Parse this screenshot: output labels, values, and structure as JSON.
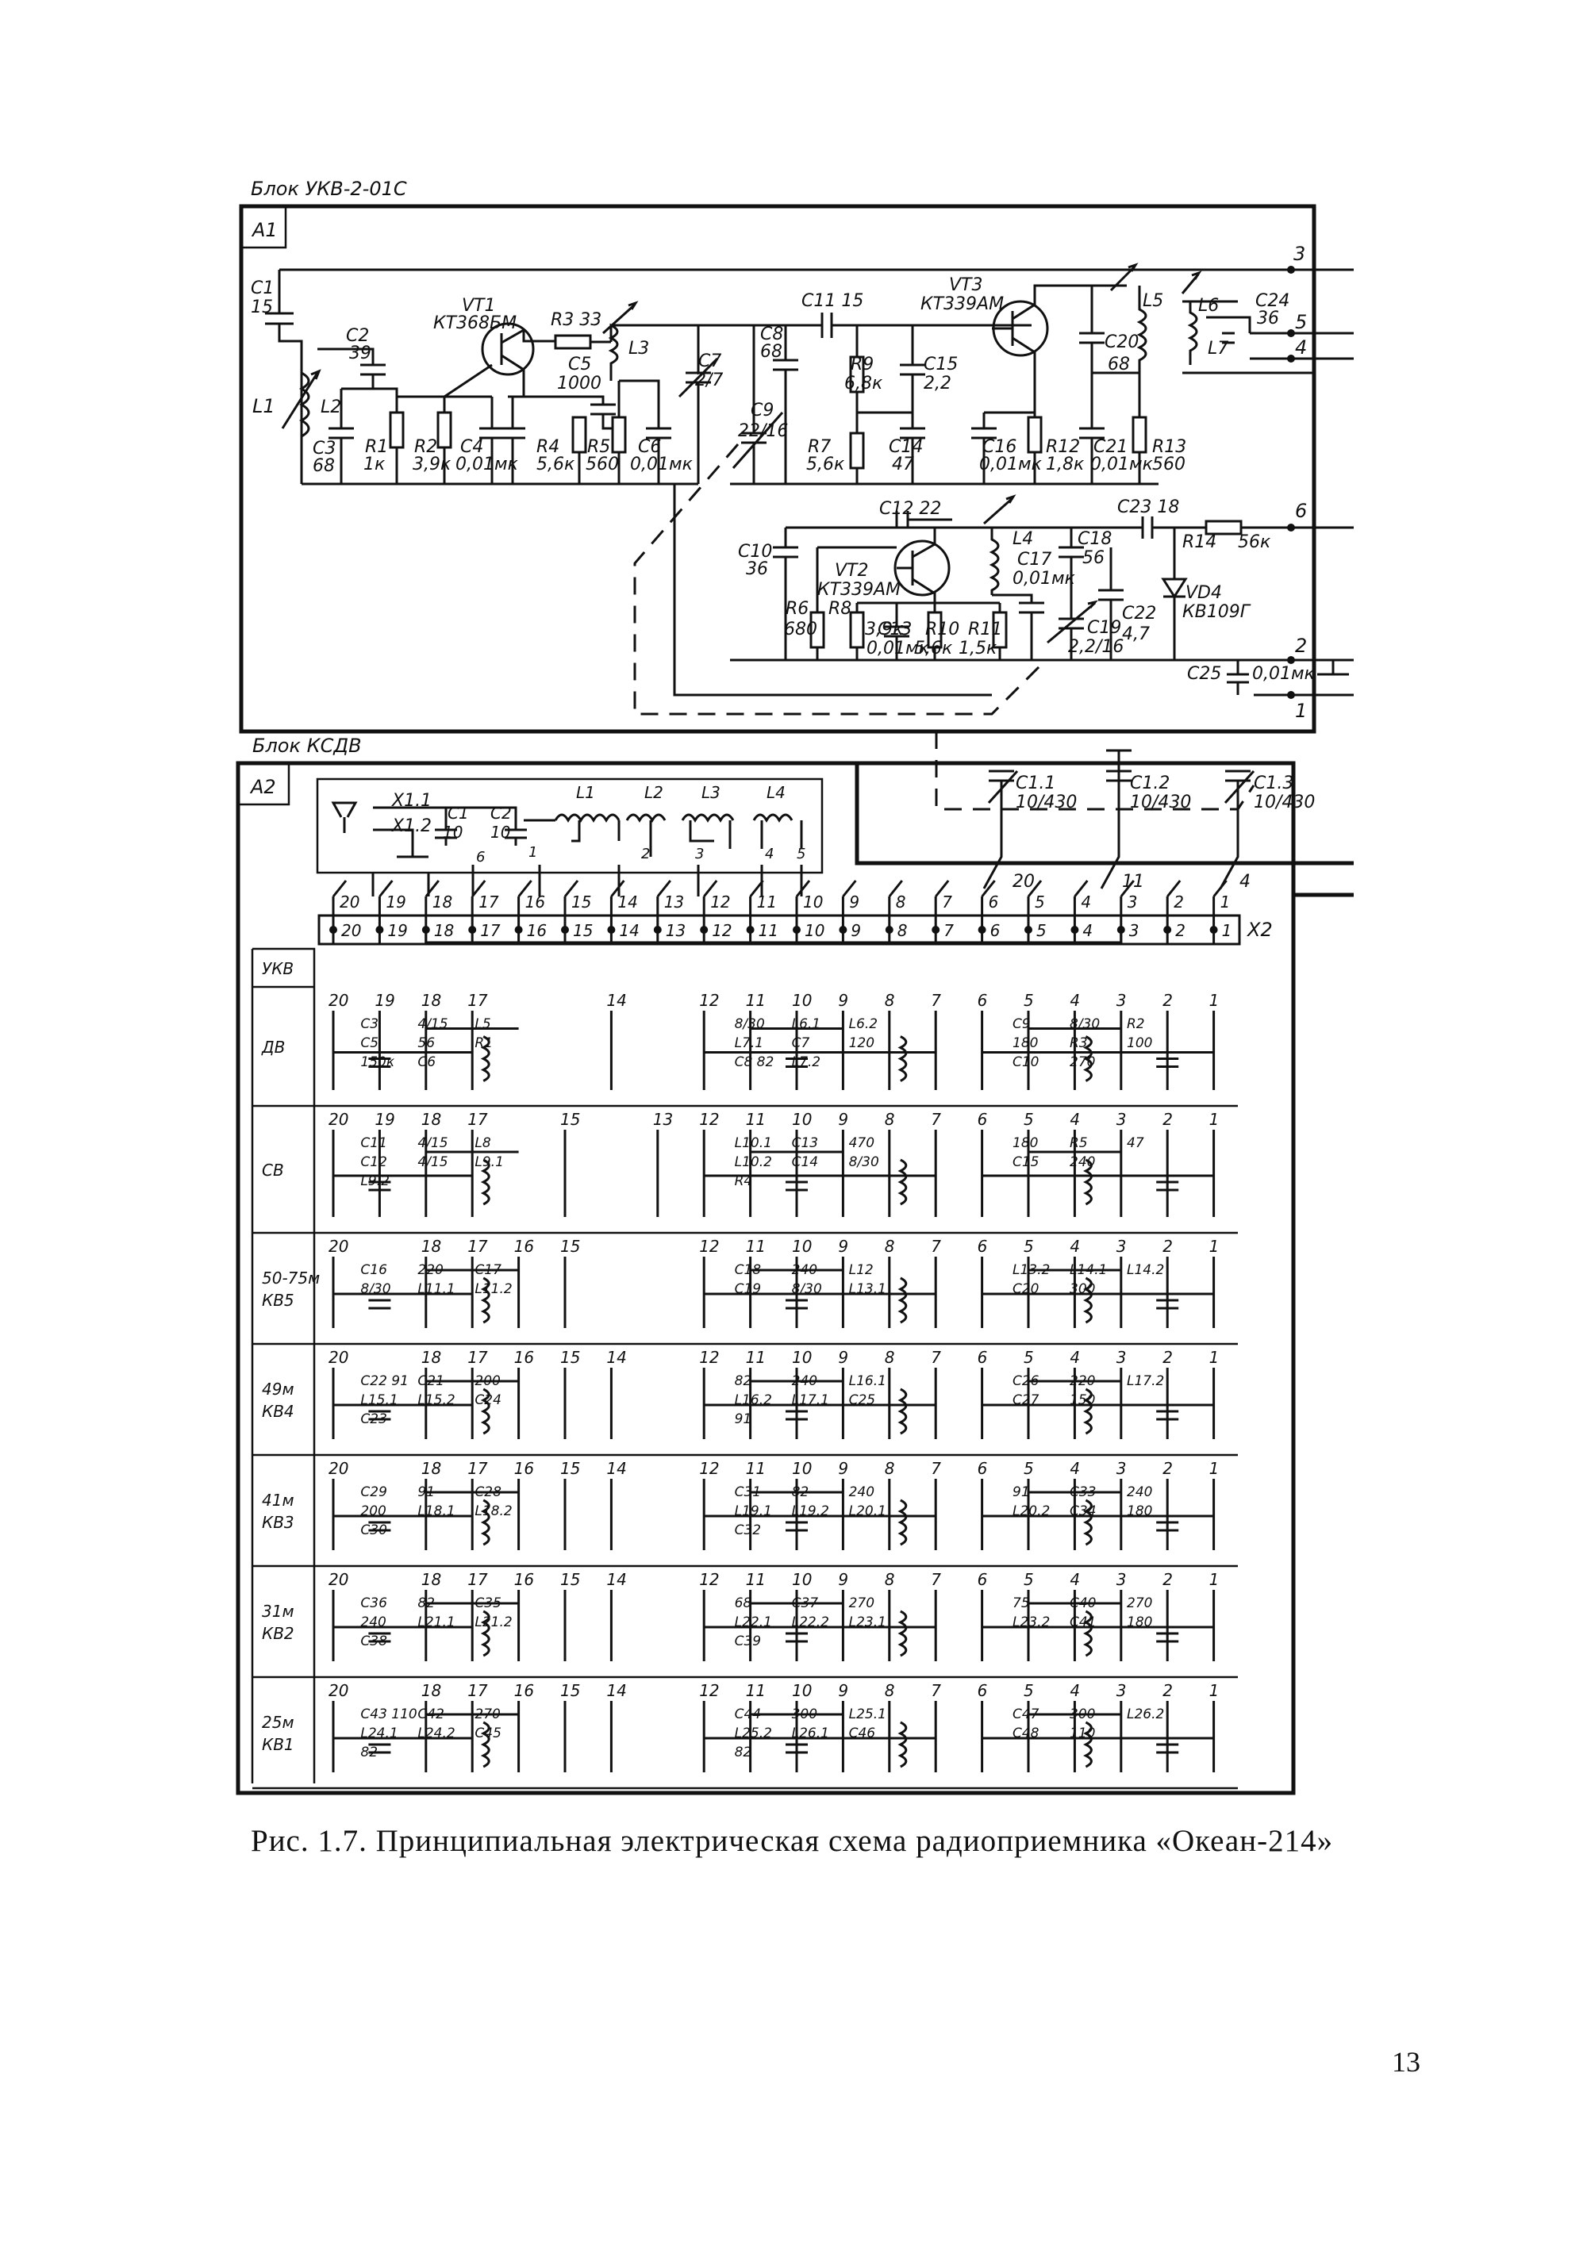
{
  "page": {
    "caption": "Рис. 1.7. Принципиальная электрическая схема радиоприемника «Океан-214»",
    "page_number": "13"
  },
  "block_ukv": {
    "title": "Блок УКВ-2-01С",
    "id": "A1",
    "output_pins": [
      "3",
      "5",
      "4",
      "6",
      "2",
      "1"
    ],
    "labels": {
      "c1": "С1",
      "c1v": "15",
      "l1": "L1",
      "l2": "L2",
      "c2": "С2",
      "c2v": "39",
      "c3": "С3",
      "c3v": "68",
      "vt1": "VT1",
      "vt1t": "КТ368БМ",
      "r1": "R1",
      "r1v": "1к",
      "r2": "R2",
      "r2v": "3,9к",
      "c4": "С4",
      "c4v": "0,01мк",
      "r3": "R3 33",
      "c5": "С5",
      "c5v": "1000",
      "r4": "R4",
      "r4v": "5,6к",
      "r5": "R5",
      "r5v": "560",
      "c6": "С6",
      "c6v": "0,01мк",
      "l3": "L3",
      "c7": "С7",
      "c7v": "2/7",
      "c8": "С8",
      "c8v": "68",
      "c9": "С9",
      "c9v": "22/16",
      "c11": "С11 15",
      "r9": "R9",
      "r9v": "6,8к",
      "r7": "R7",
      "r7v": "5,6к",
      "c15": "С15",
      "c15v": "2,2",
      "c14": "С14",
      "c14v": "47",
      "vt3": "VT3",
      "vt3t": "КТ339АМ",
      "c16": "С16",
      "c16v": "0,01мк",
      "r12": "R12",
      "r12v": "1,8к",
      "c20": "С20",
      "c20v": "68",
      "c21": "С21",
      "c21v": "0,01мк",
      "r13": "R13",
      "r13v": "560",
      "l5": "L5",
      "l6": "L6",
      "l7": "L7",
      "c24": "С24",
      "c24v": "36",
      "c10": "С10",
      "c10v": "36",
      "c12": "С12 22",
      "vt2": "VT2",
      "vt2t": "КТ339АМ",
      "r6": "R6",
      "r6v": "680",
      "r8": "R8",
      "r8v": "3,9к",
      "c13": "С13",
      "c13v": "0,01мк",
      "r10": "R10",
      "r10v": "5,6к",
      "r11": "R11",
      "r11v": "1,5к",
      "l4": "L4",
      "c17": "С17",
      "c17v": "0,01мк",
      "c18": "С18",
      "c18v": "56",
      "c19": "С19",
      "c19v": "2,2/16",
      "c22": "С22",
      "c22v": "4,7",
      "c23": "С23 18",
      "r14": "R14",
      "r14v": "56к",
      "vd4": "VD4",
      "vd4t": "КВ109Г",
      "c25": "С25",
      "c25v": "0,01мк"
    }
  },
  "block_ksdv": {
    "title": "Блок КСДВ",
    "id": "A2",
    "antenna": {
      "x11": "Х1.1",
      "x12": "Х1.2",
      "c1": "С1",
      "c1v": "10",
      "c2": "С2",
      "c2v": "10",
      "l1": "L1",
      "l2": "L2",
      "l3": "L3",
      "l4": "L4",
      "taps": [
        "6",
        "1",
        "2",
        "3",
        "4",
        "5"
      ]
    },
    "tuning_caps": [
      {
        "name": "С1.1",
        "value": "10/430"
      },
      {
        "name": "С1.2",
        "value": "10/430"
      },
      {
        "name": "С1.3",
        "value": "10/430"
      }
    ],
    "tuning_pins": [
      "20",
      "11",
      "4"
    ],
    "connector": "Х2",
    "contacts": [
      "20",
      "19",
      "18",
      "17",
      "16",
      "15",
      "14",
      "13",
      "12",
      "11",
      "10",
      "9",
      "8",
      "7",
      "6",
      "5",
      "4",
      "3",
      "2",
      "1"
    ],
    "bands": [
      {
        "name": "УКВ",
        "pins": [],
        "labels": []
      },
      {
        "name": "ДВ",
        "pins": [
          "20",
          "19",
          "18",
          "17",
          "14",
          "12",
          "11",
          "10",
          "9",
          "8",
          "7",
          "6",
          "5",
          "4",
          "3",
          "2",
          "1"
        ],
        "labels": [
          "С3",
          "4/15",
          "L5",
          "С5",
          "56",
          "R1",
          "150к",
          "С6",
          "8/30",
          "L6.1",
          "L6.2",
          "L7.1",
          "С7",
          "120",
          "С8 82",
          "L7.2",
          "С9",
          "8/30",
          "R2",
          "180",
          "R3",
          "100",
          "С10",
          "270"
        ]
      },
      {
        "name": "СВ",
        "pins": [
          "20",
          "19",
          "18",
          "17",
          "15",
          "13",
          "12",
          "11",
          "10",
          "9",
          "8",
          "7",
          "6",
          "5",
          "4",
          "3",
          "2",
          "1"
        ],
        "labels": [
          "С11",
          "4/15",
          "L8",
          "С12",
          "4/15",
          "L9.1",
          "L9.2",
          "L10.1",
          "С13",
          "470",
          "L10.2",
          "С14",
          "8/30",
          "R4",
          "180",
          "R5",
          "47",
          "С15",
          "240"
        ]
      },
      {
        "name": "50-75м КВ5",
        "pins": [
          "20",
          "18",
          "17",
          "16",
          "15",
          "12",
          "11",
          "10",
          "9",
          "8",
          "7",
          "6",
          "5",
          "4",
          "3",
          "2",
          "1"
        ],
        "labels": [
          "С16",
          "220",
          "С17",
          "8/30",
          "L11.1",
          "L11.2",
          "С18",
          "240",
          "L12",
          "С19",
          "8/30",
          "L13.1",
          "L13.2",
          "L14.1",
          "L14.2",
          "С20",
          "300"
        ]
      },
      {
        "name": "49м КВ4",
        "pins": [
          "20",
          "18",
          "17",
          "16",
          "15",
          "14",
          "12",
          "11",
          "10",
          "9",
          "8",
          "7",
          "6",
          "5",
          "4",
          "3",
          "2",
          "1"
        ],
        "labels": [
          "С22 91",
          "С21",
          "200",
          "L15.1",
          "L15.2",
          "С24",
          "С23",
          "82",
          "240",
          "L16.1",
          "L16.2",
          "L17.1",
          "С25",
          "91",
          "С26",
          "220",
          "L17.2",
          "С27",
          "150"
        ]
      },
      {
        "name": "41м КВ3",
        "pins": [
          "20",
          "18",
          "17",
          "16",
          "15",
          "14",
          "12",
          "11",
          "10",
          "9",
          "8",
          "7",
          "6",
          "5",
          "4",
          "3",
          "2",
          "1"
        ],
        "labels": [
          "С29",
          "91",
          "С28",
          "200",
          "L18.1",
          "L18.2",
          "С30",
          "С31",
          "82",
          "240",
          "L19.1",
          "L19.2",
          "L20.1",
          "С32",
          "91",
          "С33",
          "240",
          "L20.2",
          "С34",
          "180"
        ]
      },
      {
        "name": "31м КВ2",
        "pins": [
          "20",
          "18",
          "17",
          "16",
          "15",
          "14",
          "12",
          "11",
          "10",
          "9",
          "8",
          "7",
          "6",
          "5",
          "4",
          "3",
          "2",
          "1"
        ],
        "labels": [
          "С36",
          "82",
          "С35",
          "240",
          "L21.1",
          "L21.2",
          "С38",
          "68",
          "С37",
          "270",
          "L22.1",
          "L22.2",
          "L23.1",
          "С39",
          "75",
          "С40",
          "270",
          "L23.2",
          "С41",
          "180"
        ]
      },
      {
        "name": "25м КВ1",
        "pins": [
          "20",
          "18",
          "17",
          "16",
          "15",
          "14",
          "12",
          "11",
          "10",
          "9",
          "8",
          "7",
          "6",
          "5",
          "4",
          "3",
          "2",
          "1"
        ],
        "labels": [
          "С43 110",
          "С42",
          "270",
          "L24.1",
          "L24.2",
          "С45",
          "82",
          "С44",
          "300",
          "L25.1",
          "L25.2",
          "L26.1",
          "С46",
          "82",
          "С47",
          "300",
          "L26.2",
          "С48",
          "110"
        ]
      }
    ]
  }
}
